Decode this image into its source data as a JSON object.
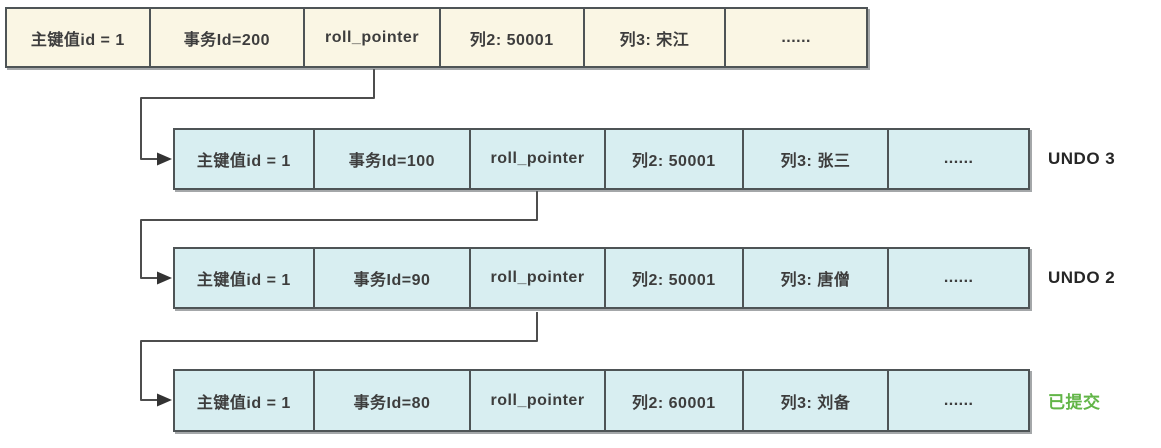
{
  "diagram": {
    "title_semantic": "mysql-undo-log-version-chain",
    "colors": {
      "current_row_fill": "#faf6e4",
      "undo_row_fill": "#d8eef1",
      "box_border": "#4e5456",
      "connector": "#4d4d4d",
      "label_dark": "#262626",
      "label_committed_green": "#62b548"
    },
    "current_row": {
      "cells": [
        "主键值id = 1",
        "事务Id=200",
        "roll_pointer",
        "列2: 50001",
        "列3: 宋江",
        "......"
      ]
    },
    "undo_rows": [
      {
        "cells": [
          "主键值id = 1",
          "事务Id=100",
          "roll_pointer",
          "列2: 50001",
          "列3: 张三",
          "......"
        ],
        "label": "UNDO 3"
      },
      {
        "cells": [
          "主键值id = 1",
          "事务Id=90",
          "roll_pointer",
          "列2: 50001",
          "列3: 唐僧",
          "......"
        ],
        "label": "UNDO 2"
      },
      {
        "cells": [
          "主键值id = 1",
          "事务Id=80",
          "roll_pointer",
          "列2: 60001",
          "列3: 刘备",
          "......"
        ],
        "label": "已提交"
      }
    ]
  }
}
